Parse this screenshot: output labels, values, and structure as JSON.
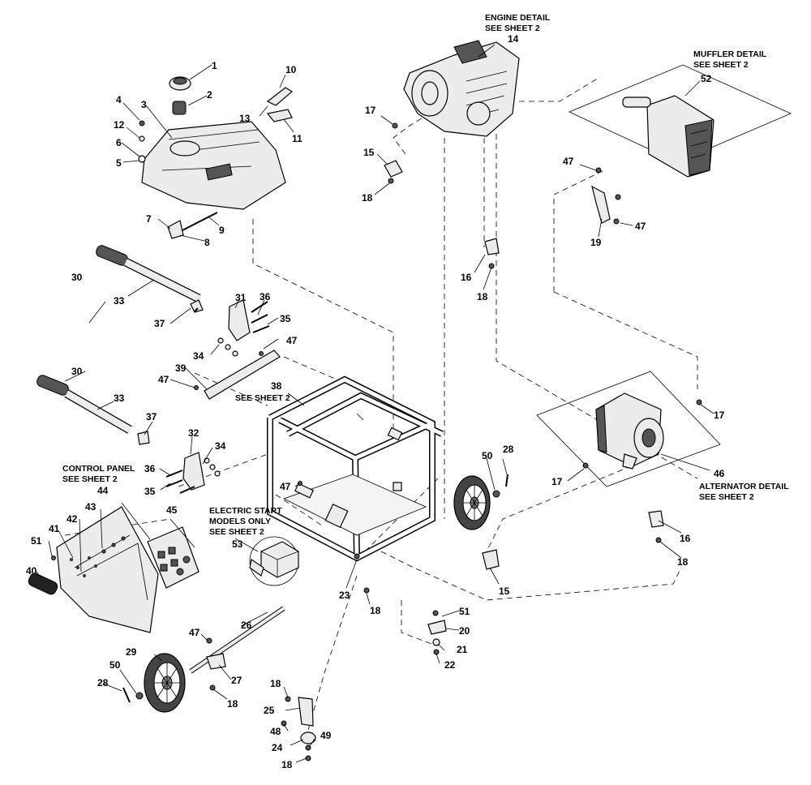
{
  "annotations": {
    "engine": [
      "ENGINE DETAIL",
      "SEE SHEET 2"
    ],
    "muffler": [
      "MUFFLER DETAIL",
      "SEE SHEET 2"
    ],
    "frame": [
      "SEE SHEET 2"
    ],
    "control": [
      "CONTROL PANEL",
      "SEE SHEET 2"
    ],
    "electric": [
      "ELECTRIC START",
      "MODELS ONLY",
      "SEE SHEET 2"
    ],
    "alternator": [
      "ALTERNATOR DETAIL",
      "SEE SHEET 2"
    ]
  },
  "callouts": [
    {
      "id": "c1",
      "label": "1"
    },
    {
      "id": "c2",
      "label": "2"
    },
    {
      "id": "c3",
      "label": "3"
    },
    {
      "id": "c4",
      "label": "4"
    },
    {
      "id": "c5",
      "label": "5"
    },
    {
      "id": "c6",
      "label": "6"
    },
    {
      "id": "c7",
      "label": "7"
    },
    {
      "id": "c8",
      "label": "8"
    },
    {
      "id": "c9",
      "label": "9"
    },
    {
      "id": "c10",
      "label": "10"
    },
    {
      "id": "c11",
      "label": "11"
    },
    {
      "id": "c12",
      "label": "12"
    },
    {
      "id": "c13",
      "label": "13"
    },
    {
      "id": "c14",
      "label": "14"
    },
    {
      "id": "c15a",
      "label": "15"
    },
    {
      "id": "c15b",
      "label": "15"
    },
    {
      "id": "c16a",
      "label": "16"
    },
    {
      "id": "c16b",
      "label": "16"
    },
    {
      "id": "c17a",
      "label": "17"
    },
    {
      "id": "c17b",
      "label": "17"
    },
    {
      "id": "c17c",
      "label": "17"
    },
    {
      "id": "c18a",
      "label": "18"
    },
    {
      "id": "c18b",
      "label": "18"
    },
    {
      "id": "c18c",
      "label": "18"
    },
    {
      "id": "c18d",
      "label": "18"
    },
    {
      "id": "c18e",
      "label": "18"
    },
    {
      "id": "c18f",
      "label": "18"
    },
    {
      "id": "c18g",
      "label": "18"
    },
    {
      "id": "c19",
      "label": "19"
    },
    {
      "id": "c20",
      "label": "20"
    },
    {
      "id": "c21",
      "label": "21"
    },
    {
      "id": "c22",
      "label": "22"
    },
    {
      "id": "c23",
      "label": "23"
    },
    {
      "id": "c24",
      "label": "24"
    },
    {
      "id": "c25",
      "label": "25"
    },
    {
      "id": "c26",
      "label": "26"
    },
    {
      "id": "c27",
      "label": "27"
    },
    {
      "id": "c28a",
      "label": "28"
    },
    {
      "id": "c28b",
      "label": "28"
    },
    {
      "id": "c29",
      "label": "29"
    },
    {
      "id": "c30a",
      "label": "30"
    },
    {
      "id": "c30b",
      "label": "30"
    },
    {
      "id": "c31",
      "label": "31"
    },
    {
      "id": "c32",
      "label": "32"
    },
    {
      "id": "c33a",
      "label": "33"
    },
    {
      "id": "c33b",
      "label": "33"
    },
    {
      "id": "c34a",
      "label": "34"
    },
    {
      "id": "c34b",
      "label": "34"
    },
    {
      "id": "c35a",
      "label": "35"
    },
    {
      "id": "c35b",
      "label": "35"
    },
    {
      "id": "c36a",
      "label": "36"
    },
    {
      "id": "c36b",
      "label": "36"
    },
    {
      "id": "c37a",
      "label": "37"
    },
    {
      "id": "c37b",
      "label": "37"
    },
    {
      "id": "c38",
      "label": "38"
    },
    {
      "id": "c39",
      "label": "39"
    },
    {
      "id": "c40",
      "label": "40"
    },
    {
      "id": "c41",
      "label": "41"
    },
    {
      "id": "c42",
      "label": "42"
    },
    {
      "id": "c43",
      "label": "43"
    },
    {
      "id": "c44",
      "label": "44"
    },
    {
      "id": "c45",
      "label": "45"
    },
    {
      "id": "c46",
      "label": "46"
    },
    {
      "id": "c47a",
      "label": "47"
    },
    {
      "id": "c47b",
      "label": "47"
    },
    {
      "id": "c47c",
      "label": "47"
    },
    {
      "id": "c47d",
      "label": "47"
    },
    {
      "id": "c47e",
      "label": "47"
    },
    {
      "id": "c47f",
      "label": "47"
    },
    {
      "id": "c48",
      "label": "48"
    },
    {
      "id": "c49",
      "label": "49"
    },
    {
      "id": "c50a",
      "label": "50"
    },
    {
      "id": "c50b",
      "label": "50"
    },
    {
      "id": "c51a",
      "label": "51"
    },
    {
      "id": "c51b",
      "label": "51"
    },
    {
      "id": "c52",
      "label": "52"
    },
    {
      "id": "c53",
      "label": "53"
    }
  ]
}
